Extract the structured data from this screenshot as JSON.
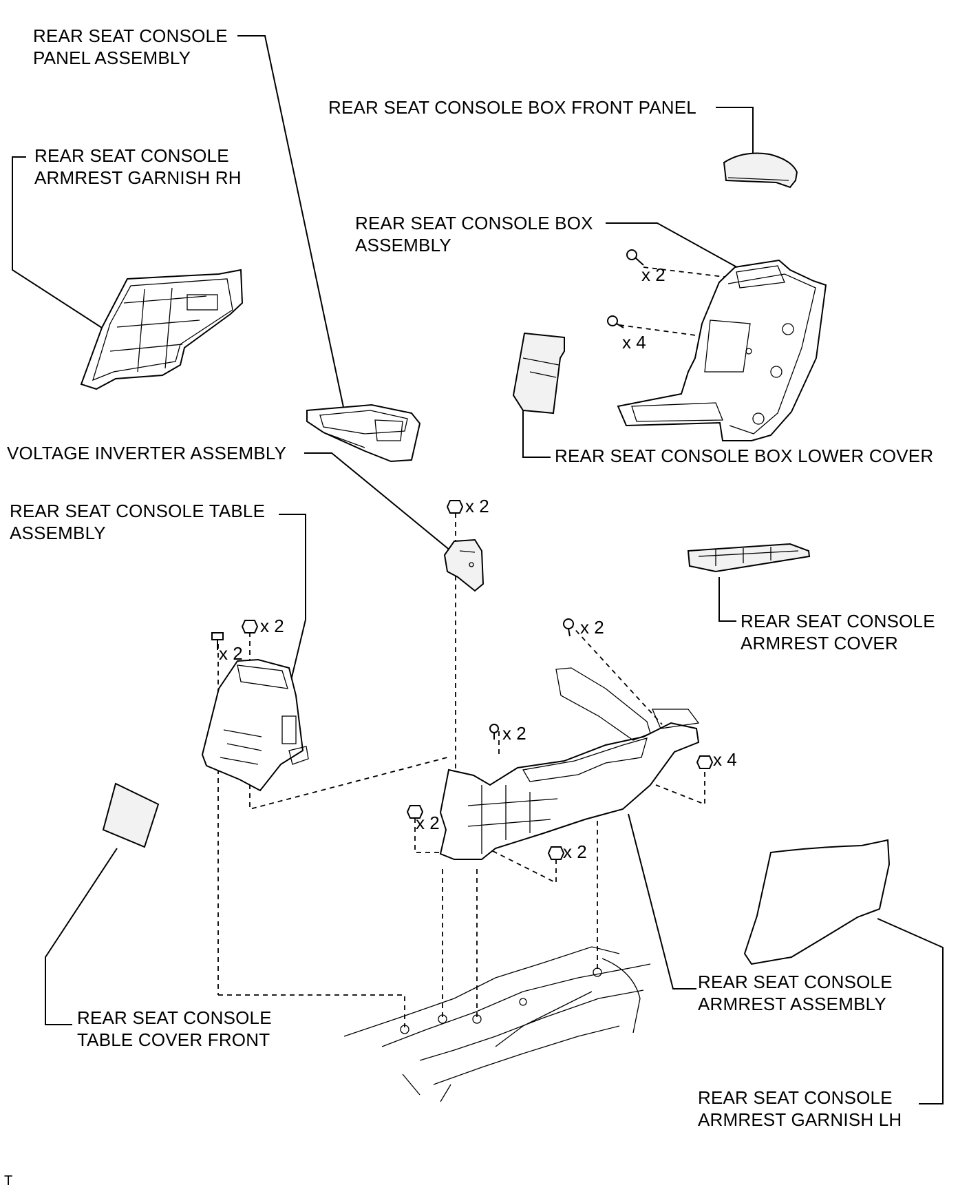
{
  "labels": {
    "panel_assembly": [
      "REAR SEAT CONSOLE",
      "PANEL ASSEMBLY"
    ],
    "box_front_panel": [
      "REAR SEAT CONSOLE BOX FRONT PANEL"
    ],
    "armrest_garnish_rh": [
      "REAR SEAT CONSOLE",
      "ARMREST GARNISH RH"
    ],
    "box_assembly": [
      "REAR SEAT CONSOLE BOX",
      "ASSEMBLY"
    ],
    "voltage_inverter": [
      "VOLTAGE INVERTER ASSEMBLY"
    ],
    "box_lower_cover": [
      "REAR SEAT CONSOLE BOX LOWER COVER"
    ],
    "table_assembly": [
      "REAR SEAT CONSOLE TABLE",
      "ASSEMBLY"
    ],
    "armrest_cover": [
      "REAR SEAT CONSOLE",
      "ARMREST COVER"
    ],
    "table_cover_front": [
      "REAR SEAT CONSOLE",
      "TABLE COVER FRONT"
    ],
    "armrest_assembly": [
      "REAR SEAT CONSOLE",
      "ARMREST ASSEMBLY"
    ],
    "armrest_garnish_lh": [
      "REAR SEAT CONSOLE",
      "ARMREST GARNISH LH"
    ]
  },
  "quantities": {
    "box_screws_top": "x 2",
    "box_screws_mid": "x 4",
    "inverter_nuts": "x 2",
    "table_nuts": "x 2",
    "table_bolts": "x 2",
    "armrest_bolts_top": "x 2",
    "armrest_screws_mid": "x 2",
    "armrest_nuts_right": "x 4",
    "bracket_nuts_left": "x 2",
    "bracket_nuts_right": "x 2"
  },
  "corner_code": "T"
}
